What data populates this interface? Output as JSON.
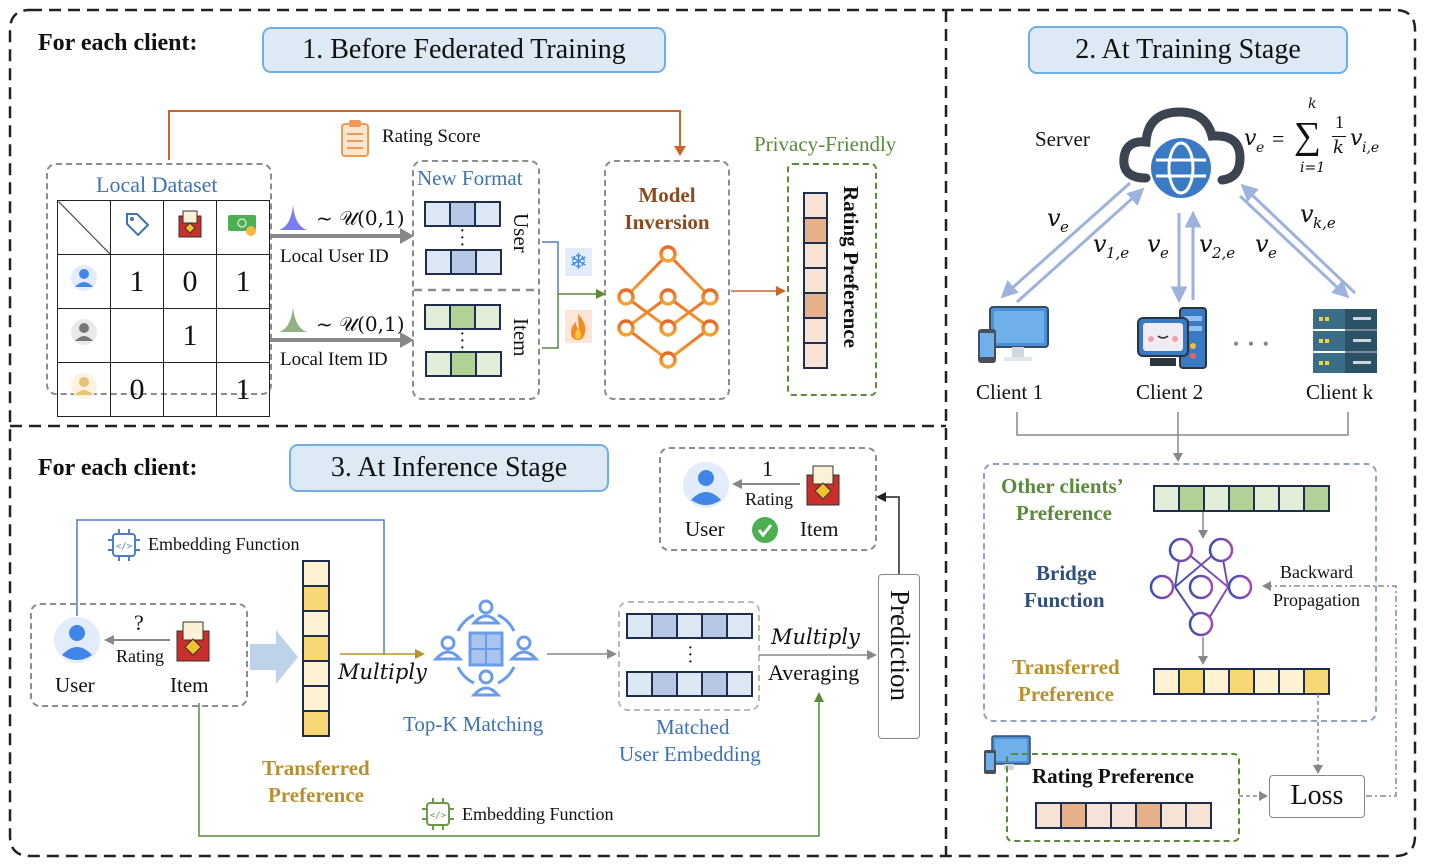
{
  "section1": {
    "heading": "For each client:",
    "title": "1. Before Federated Training",
    "rating_score_label": "Rating Score",
    "local_dataset": {
      "title": "Local Dataset",
      "column_icons": [
        "price-tag-icon",
        "red-envelope-icon",
        "money-icon"
      ],
      "rows": [
        {
          "user_icon": "user-blue-icon",
          "values": [
            "1",
            "0",
            "1"
          ]
        },
        {
          "user_icon": "user-gray-icon",
          "values": [
            "",
            "1",
            ""
          ]
        },
        {
          "user_icon": "user-yellow-icon",
          "values": [
            "0",
            "",
            "1"
          ]
        }
      ]
    },
    "user_dist": "~ 𝒰(0,1)",
    "user_id_label": "Local User ID",
    "item_dist": "~ 𝒰(0,1)",
    "item_id_label": "Local Item ID",
    "new_format": {
      "title": "New Format",
      "user_label": "User",
      "item_label": "Item"
    },
    "frozen_icon": "snowflake-icon",
    "trainable_icon": "fire-icon",
    "model_inversion": "Model Inversion",
    "privacy_label": "Privacy-Friendly",
    "rating_preference": "Rating Preference",
    "rating_preference_cells": [
      0,
      1,
      0,
      0,
      1,
      0,
      0
    ]
  },
  "section2": {
    "title": "2. At Training Stage",
    "server_label": "Server",
    "formula": {
      "lhs": "v",
      "lhs_sub": "e",
      "sum_top": "k",
      "sum_bottom": "i=1",
      "frac_num": "1",
      "frac_den": "k",
      "rhs": "v",
      "rhs_sub": "i,e"
    },
    "edge_labels": [
      {
        "v": "v",
        "sub": "e"
      },
      {
        "v": "v",
        "sub": "1,e"
      },
      {
        "v": "v",
        "sub": "e"
      },
      {
        "v": "v",
        "sub": "2,e"
      },
      {
        "v": "v",
        "sub": "e"
      },
      {
        "v": "v",
        "sub": "k,e"
      }
    ],
    "clients": [
      "Client 1",
      "Client 2",
      "Client k"
    ],
    "ellipsis": "• • •",
    "other_pref_label_1": "Other clients’",
    "other_pref_label_2": "Preference",
    "other_pref_cells": [
      0,
      1,
      0,
      1,
      0,
      0,
      1
    ],
    "bridge_label_1": "Bridge",
    "bridge_label_2": "Function",
    "transferred_label_1": "Transferred",
    "transferred_label_2": "Preference",
    "transferred_cells": [
      0,
      1,
      0,
      1,
      0,
      0,
      1
    ],
    "backward_1": "Backward",
    "backward_2": "Propagation",
    "rating_pref_label": "Rating Preference",
    "rating_pref_cells": [
      0,
      1,
      0,
      0,
      1,
      0,
      0
    ],
    "loss_label": "Loss"
  },
  "section3": {
    "heading": "For each client:",
    "title": "3. At Inference Stage",
    "embedding_fn_top": "Embedding Function",
    "query": {
      "question": "?",
      "rating": "Rating",
      "user": "User",
      "item": "Item"
    },
    "transferred_cells": [
      0,
      1,
      0,
      1,
      0,
      0,
      1
    ],
    "multiply_1": "Multiply",
    "transferred_label_1": "Transferred",
    "transferred_label_2": "Preference",
    "topk_label": "Top-K Matching",
    "matched_label_1": "Matched",
    "matched_label_2": "User Embedding",
    "matched_cells": [
      0,
      1,
      0,
      1,
      0
    ],
    "multiply_2": "Multiply",
    "averaging": "Averaging",
    "prediction": "Prediction",
    "result": {
      "value": "1",
      "rating": "Rating",
      "user": "User",
      "item": "Item"
    },
    "embedding_fn_bottom": "Embedding Function"
  },
  "colors": {
    "blue_text": "#3f72b0",
    "green_text": "#5a8a3a",
    "gold_text": "#b8902e",
    "brown_text": "#8b4a1e",
    "orange_line": "#c8662a",
    "arrow_blue": "#9db2dc",
    "cell_blue_light": "#dde8f5",
    "cell_blue_dark": "#b6c8e6",
    "cell_green_light": "#e3eed9",
    "cell_green_dark": "#b2d196",
    "cell_yellow_light": "#fdf2d2",
    "cell_yellow_dark": "#f8d775",
    "cell_orange_light": "#f7e3d5",
    "cell_orange_dark": "#e8b088"
  }
}
